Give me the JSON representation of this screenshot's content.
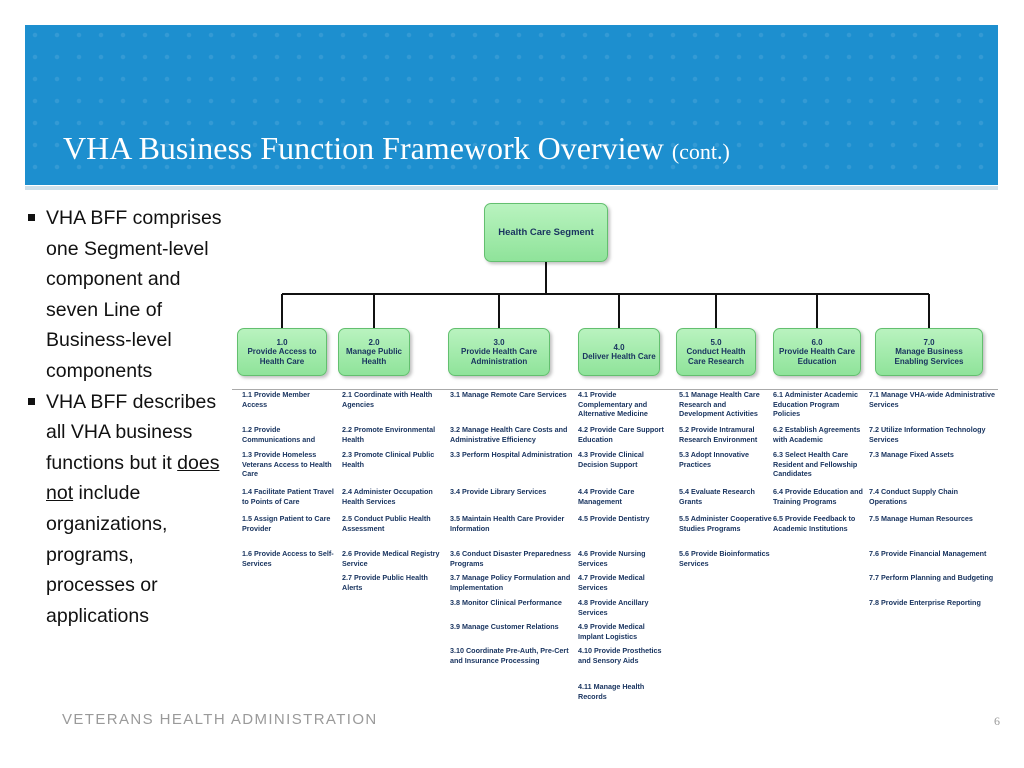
{
  "slide": {
    "title_main": "VHA Business Function Framework Overview",
    "title_suffix": "(cont.)",
    "footer": "VETERANS HEALTH ADMINISTRATION",
    "page_number": "6"
  },
  "bullets": {
    "b1": "VHA BFF comprises one Segment-level component  and seven Line of Business-level components",
    "b2_before": "VHA BFF describes all VHA business functions but it ",
    "b2_underlined": "does not",
    "b2_after": " include organizations, programs, processes or applications"
  },
  "diagram": {
    "segment": "Health Care Segment",
    "lobs": [
      {
        "number": "1.0",
        "name": "Provide Access to Health Care"
      },
      {
        "number": "2.0",
        "name": "Manage Public Health"
      },
      {
        "number": "3.0",
        "name": "Provide Health Care Administration"
      },
      {
        "number": "4.0",
        "name": "Deliver Health Care"
      },
      {
        "number": "5.0",
        "name": "Conduct Health Care Research"
      },
      {
        "number": "6.0",
        "name": "Provide Health Care Education"
      },
      {
        "number": "7.0",
        "name": "Manage Business Enabling Services"
      }
    ],
    "functions": {
      "f1_1": "1.1 Provide Member Access",
      "f1_2": "1.2 Provide Communications and",
      "f1_3": "1.3 Provide Homeless Veterans Access to Health Care",
      "f1_4": "1.4 Facilitate Patient Travel to Points of Care",
      "f1_5": "1.5 Assign Patient to Care Provider",
      "f1_6": "1.6 Provide Access to Self-Services",
      "f2_1": "2.1 Coordinate with Health Agencies",
      "f2_2": "2.2 Promote Environmental Health",
      "f2_3": "2.3 Promote Clinical Public Health",
      "f2_4": "2.4 Administer Occupation Health Services",
      "f2_5": "2.5 Conduct Public Health Assessment",
      "f2_6": "2.6 Provide Medical Registry Service",
      "f2_7": "2.7 Provide Public Health Alerts",
      "f3_1": "3.1 Manage Remote Care Services",
      "f3_2": "3.2 Manage Health Care Costs and Administrative Efficiency",
      "f3_3": "3.3 Perform Hospital Administration",
      "f3_4": "3.4 Provide Library Services",
      "f3_5": "3.5 Maintain Health Care Provider Information",
      "f3_6": "3.6 Conduct Disaster Preparedness Programs",
      "f3_7": "3.7 Manage Policy Formulation and Implementation",
      "f3_8": "3.8 Monitor Clinical Performance",
      "f3_9": "3.9 Manage Customer Relations",
      "f3_10": "3.10 Coordinate Pre-Auth, Pre-Cert and Insurance Processing",
      "f4_1": "4.1 Provide Complementary and Alternative Medicine",
      "f4_2": "4.2 Provide Care Support Education",
      "f4_3": "4.3 Provide Clinical Decision Support",
      "f4_4": "4.4 Provide Care Management",
      "f4_5": "4.5 Provide Dentistry",
      "f4_6": "4.6 Provide Nursing Services",
      "f4_7": "4.7 Provide Medical Services",
      "f4_8": "4.8 Provide Ancillary Services",
      "f4_9": "4.9 Provide Medical Implant Logistics",
      "f4_10": "4.10 Provide Prosthetics and Sensory Aids",
      "f4_11": "4.11 Manage Health Records",
      "f5_1": "5.1 Manage Health Care Research and Development Activities",
      "f5_2": "5.2 Provide Intramural Research Environment",
      "f5_3": "5.3 Adopt Innovative Practices",
      "f5_4": "5.4 Evaluate Research Grants",
      "f5_5": "5.5 Administer Cooperative Studies Programs",
      "f5_6": "5.6 Provide Bioinformatics Services",
      "f6_1": "6.1 Administer Academic Education Program Policies",
      "f6_2": "6.2 Establish Agreements with Academic",
      "f6_3": "6.3 Select Health Care Resident and Fellowship Candidates",
      "f6_4": "6.4 Provide Education and Training Programs",
      "f6_5": "6.5 Provide Feedback to Academic Institutions",
      "f7_1": "7.1 Manage VHA-wide Administrative Services",
      "f7_2": "7.2 Utilize Information Technology Services",
      "f7_3": "7.3 Manage Fixed Assets",
      "f7_4": "7.4 Conduct Supply Chain Operations",
      "f7_5": "7.5 Manage Human Resources",
      "f7_6": "7.6 Provide Financial Management",
      "f7_7": "7.7 Perform Planning and Budgeting",
      "f7_8": "7.8 Provide Enterprise Reporting"
    }
  }
}
